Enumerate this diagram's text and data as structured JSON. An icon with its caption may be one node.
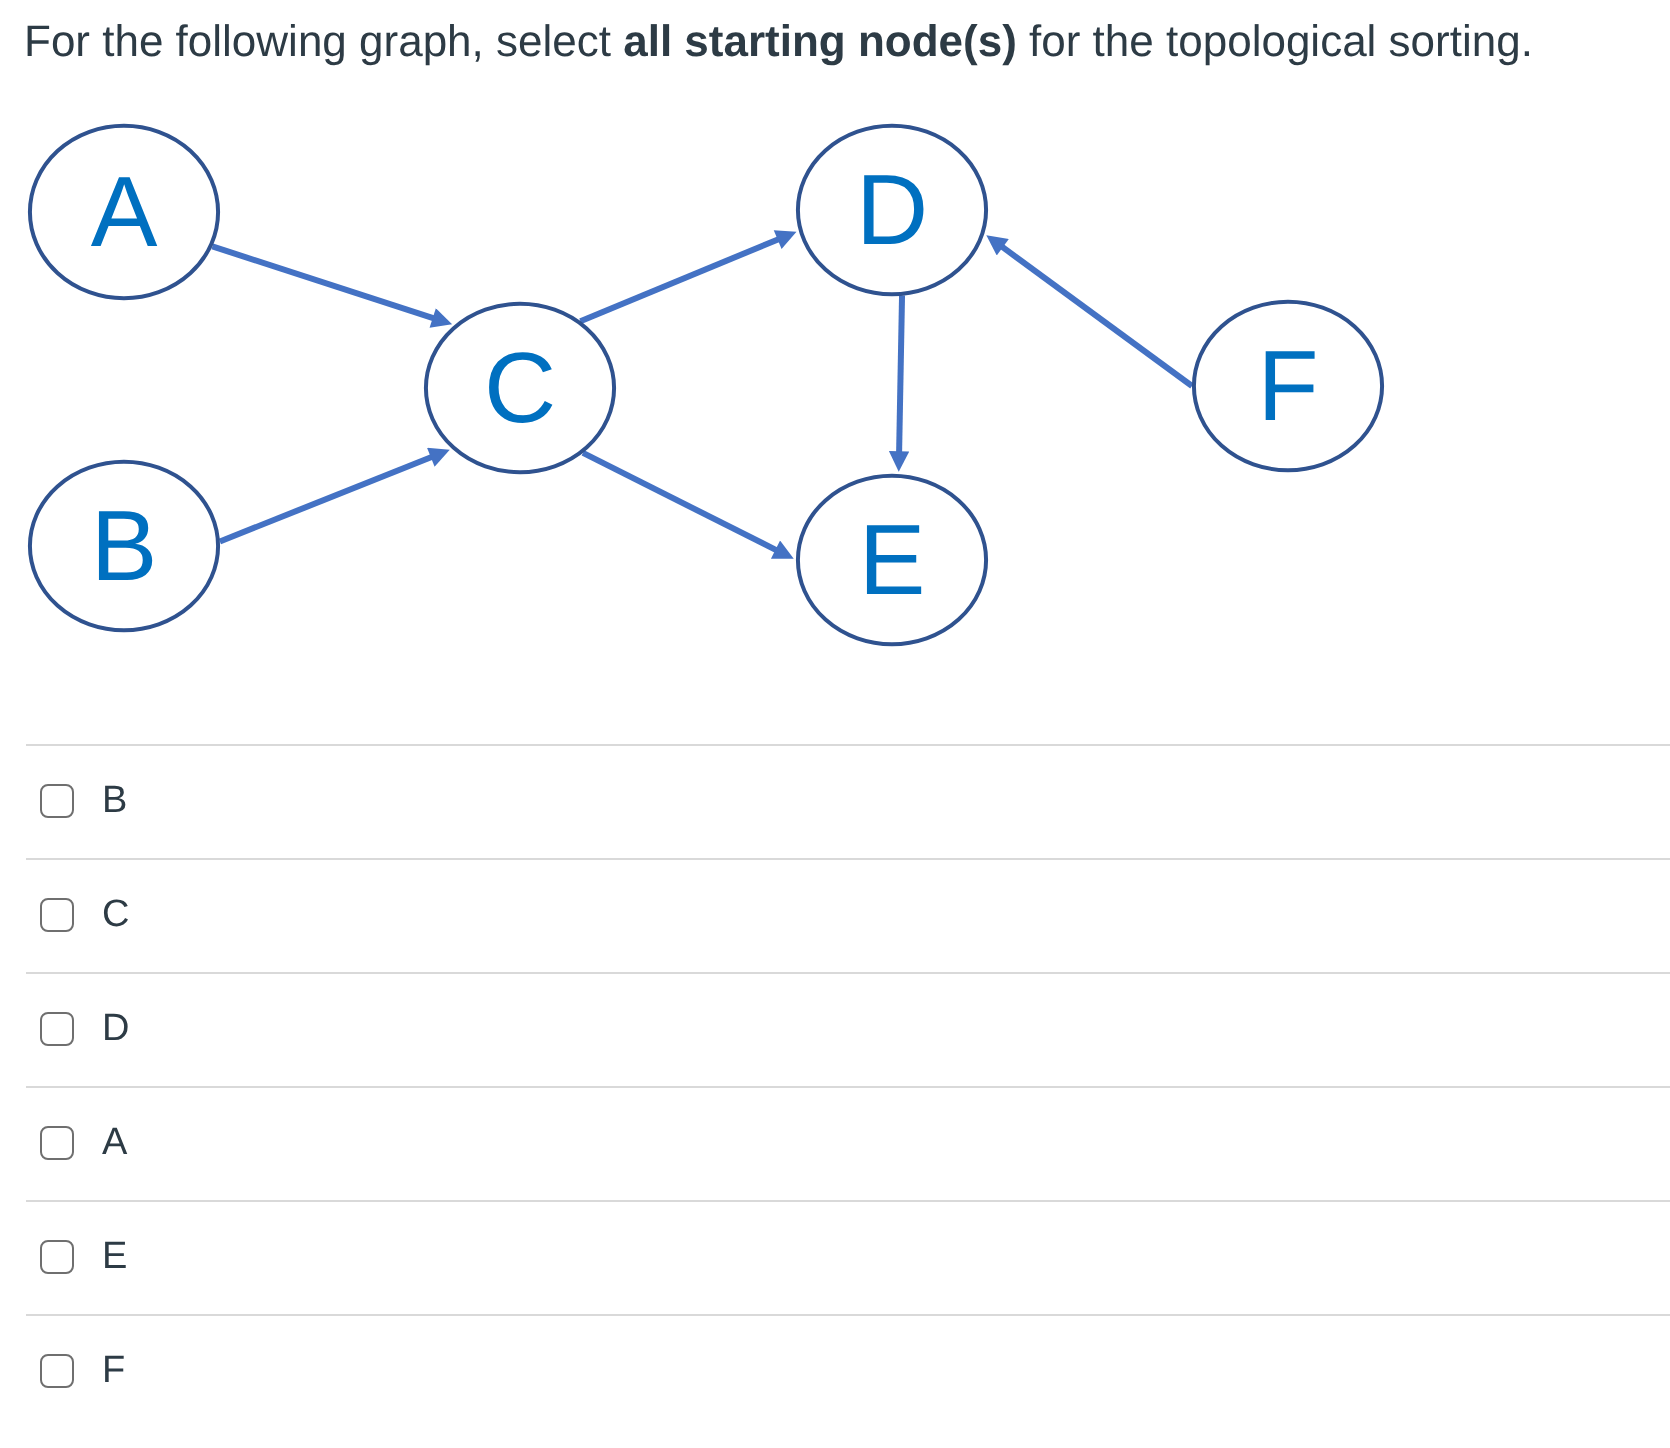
{
  "diagram": {
    "title": "For the following graph, select **all starting node(s)** for the topological sorting.",
    "nodes": [
      {
        "text": [
          "A"
        ]
      },
      {
        "text": [
          "D"
        ]
      },
      {
        "text": [
          "C"
        ]
      },
      {
        "text": [
          "F"
        ]
      },
      {
        "text": [
          "B"
        ]
      },
      {
        "text": [
          "E"
        ]
      }
    ],
    "edges": [
      {
        "from": 0,
        "to": 2,
        "arrow": "to"
      },
      {
        "from": 4,
        "to": 2,
        "arrow": "to"
      },
      {
        "from": 2,
        "to": 1,
        "arrow": "to"
      },
      {
        "from": 2,
        "to": 5,
        "arrow": "to"
      },
      {
        "from": 1,
        "to": 5,
        "arrow": "to"
      },
      {
        "from": 3,
        "to": 1,
        "arrow": "to"
      }
    ],
    "labels": [
      "B",
      "C",
      "D",
      "A",
      "E",
      "F"
    ]
  }
}
